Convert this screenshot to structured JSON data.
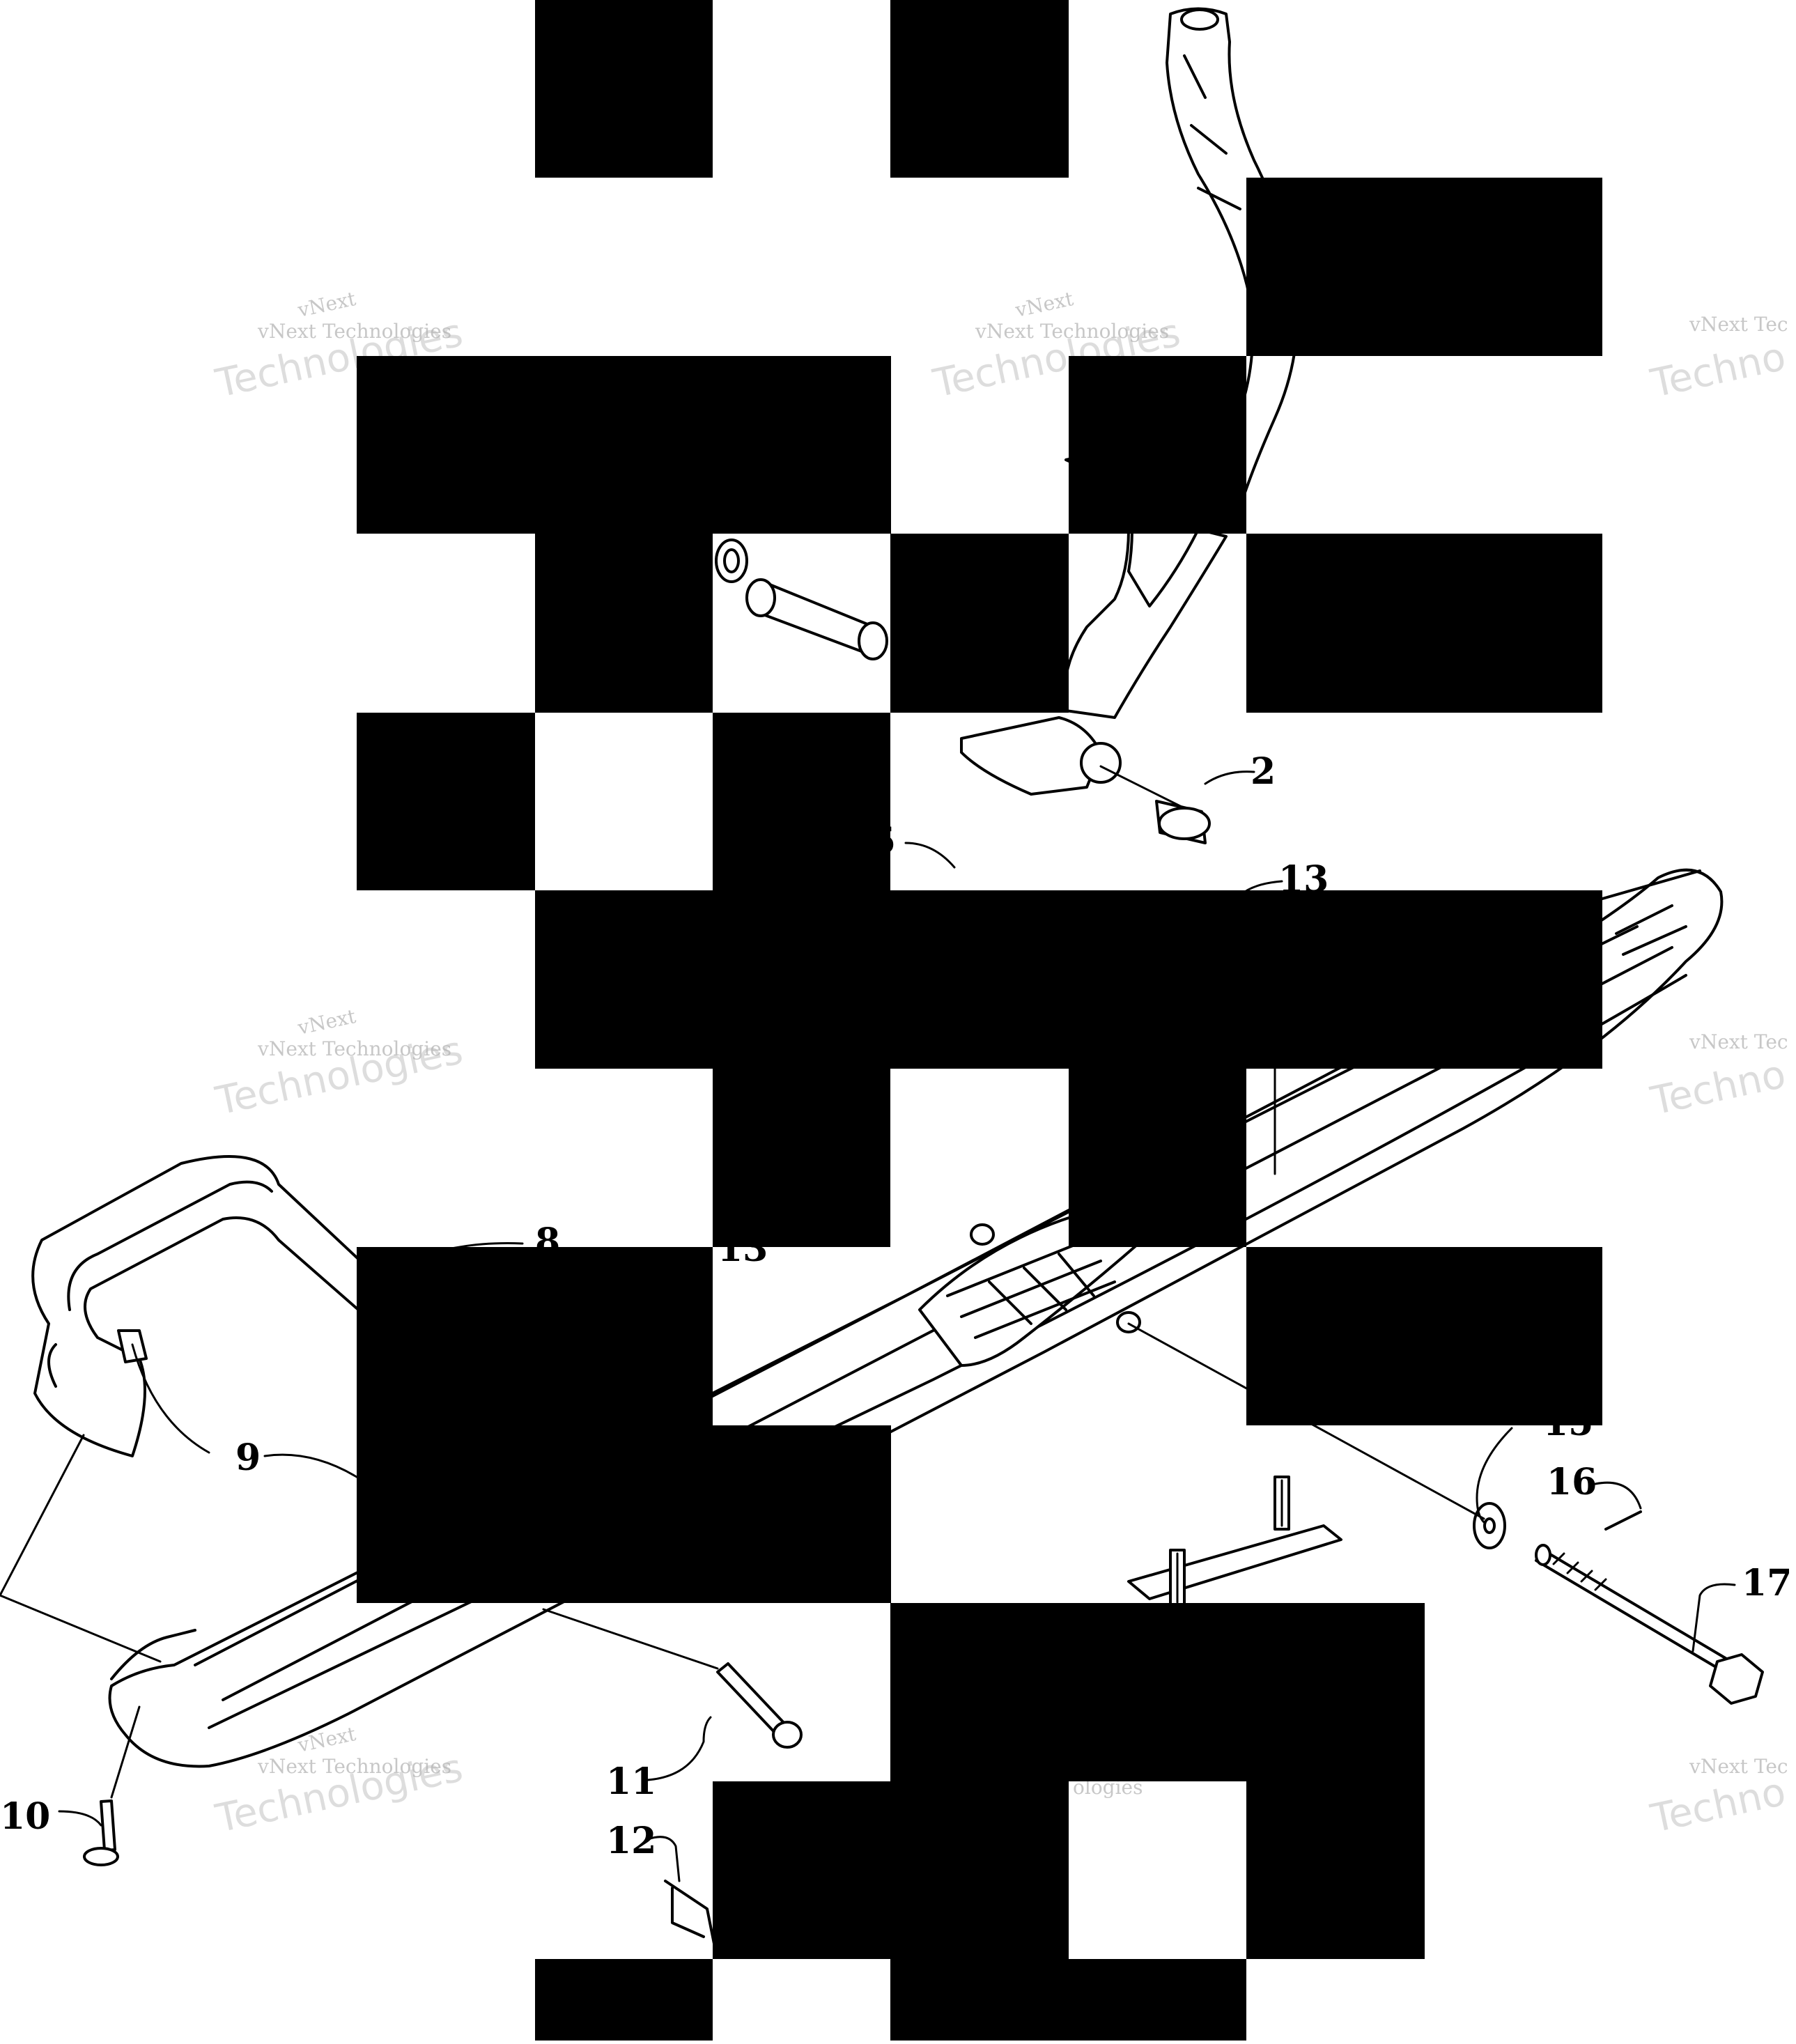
{
  "diagram": {
    "callouts": [
      "2",
      "5",
      "8",
      "9",
      "10",
      "11",
      "12",
      "13",
      "13",
      "15",
      "16",
      "17"
    ],
    "watermark": {
      "line1": "vNext",
      "line2": "vNext Technologies",
      "line3": "Technologies",
      "partial_line2": "vNext Tec",
      "partial_line3": "Techno",
      "partial_ologies": "ologies"
    }
  }
}
